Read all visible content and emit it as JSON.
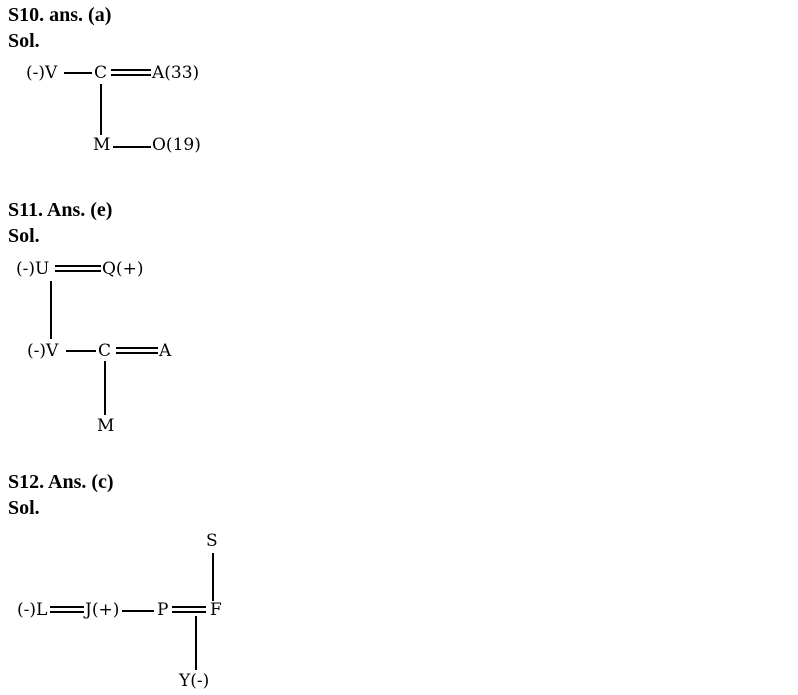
{
  "s10": {
    "title": "S10. ans. (a)",
    "sol": "Sol.",
    "nodes": {
      "v": "(-)V",
      "c": "C",
      "a": "A(33)",
      "m": "M",
      "o": "O(19)"
    }
  },
  "s11": {
    "title": "S11. Ans. (e)",
    "sol": "Sol.",
    "nodes": {
      "u": "(-)U",
      "q": "Q(+)",
      "v": "(-)V",
      "c": "C",
      "a": "A",
      "m": "M"
    }
  },
  "s12": {
    "title": "S12. Ans. (c)",
    "sol": "Sol.",
    "nodes": {
      "s": "S",
      "l": "(-)L",
      "j": "J(+)",
      "p": "P",
      "f": "F",
      "y": "Y(-)"
    }
  }
}
